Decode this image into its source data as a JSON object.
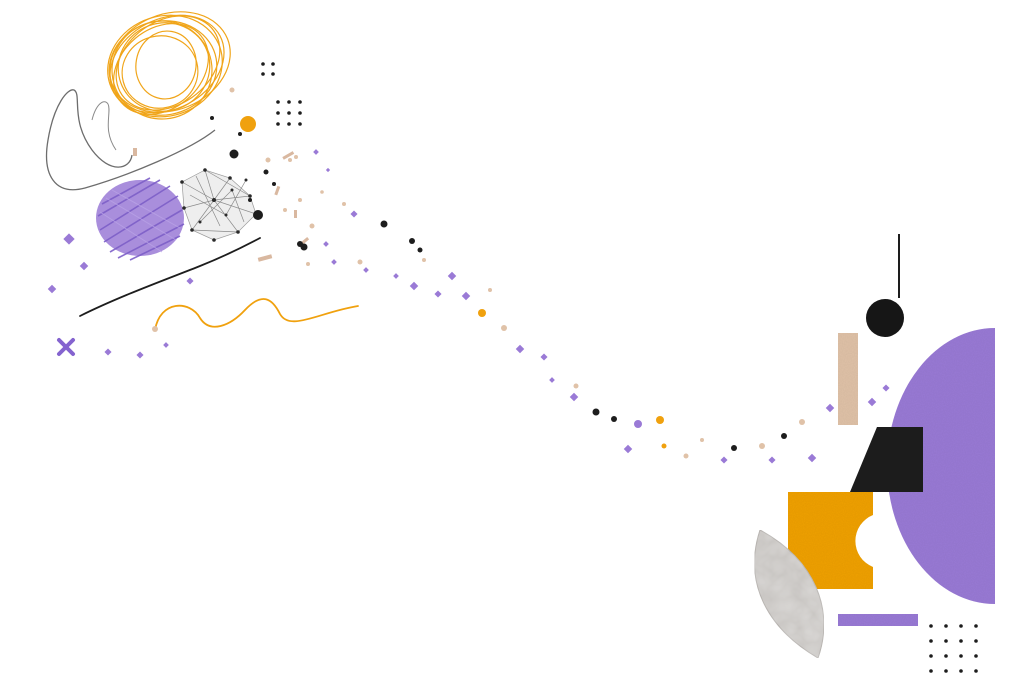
{
  "scene": {
    "palette": {
      "purple": "#9a7ad6",
      "purple_dark": "#8463cf",
      "orange": "#f0a10e",
      "black": "#1d1d1d",
      "tan": "#e0c2a8",
      "grey": "#c9c6c3",
      "line_grey": "#6d6d6d"
    },
    "elements": [
      "orange-scribble",
      "grey-loop-line",
      "purple-scribble",
      "network-sketch",
      "orange-wave-line",
      "black-curve-line",
      "purple-x-mark",
      "particle-trail",
      "half-circle",
      "black-circle",
      "tan-bar",
      "black-trapezoid",
      "orange-cutout-block",
      "grey-leaf",
      "purple-bar",
      "dot-grids"
    ]
  }
}
